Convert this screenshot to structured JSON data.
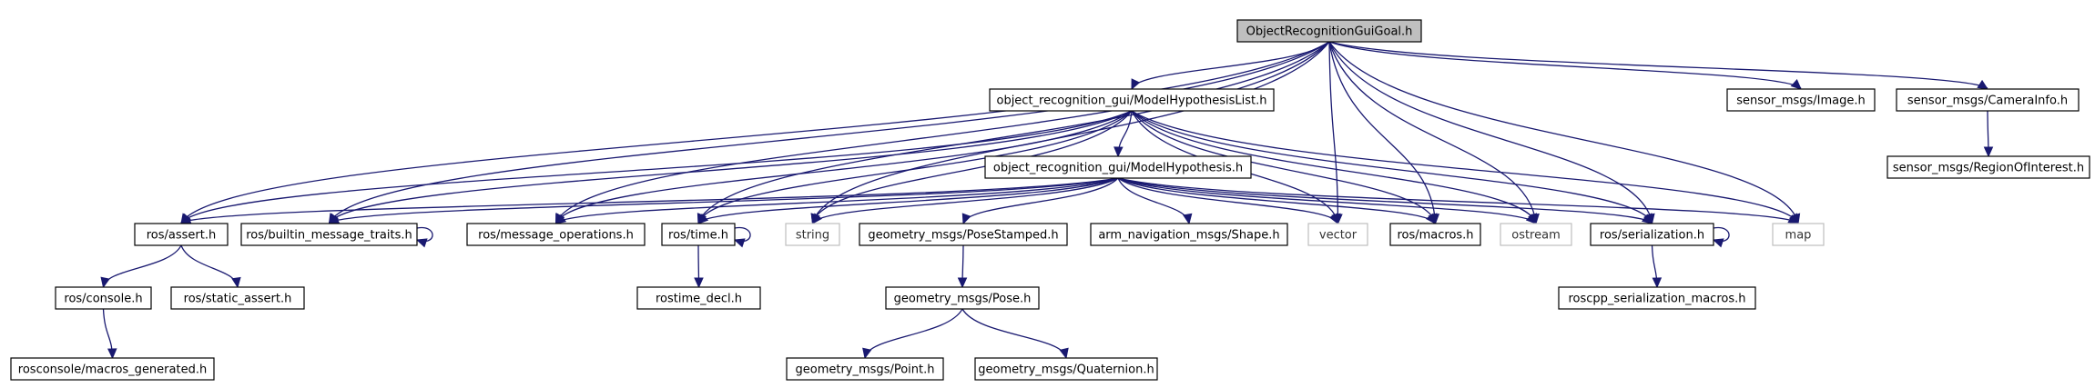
{
  "diagram": {
    "colors": {
      "edge": "#191970",
      "root_fill": "#bfbfbf",
      "node_border": "#000000",
      "external_border": "#bfbfbf"
    },
    "nodes": [
      {
        "id": "root",
        "label": "ObjectRecognitionGuiGoal.h",
        "kind": "root"
      },
      {
        "id": "mhl",
        "label": "object_recognition_gui/ModelHypothesisList.h",
        "kind": "file"
      },
      {
        "id": "img",
        "label": "sensor_msgs/Image.h",
        "kind": "file"
      },
      {
        "id": "cam",
        "label": "sensor_msgs/CameraInfo.h",
        "kind": "file"
      },
      {
        "id": "roi",
        "label": "sensor_msgs/RegionOfInterest.h",
        "kind": "file"
      },
      {
        "id": "mh",
        "label": "object_recognition_gui/ModelHypothesis.h",
        "kind": "file"
      },
      {
        "id": "assert",
        "label": "ros/assert.h",
        "kind": "file"
      },
      {
        "id": "bmt",
        "label": "ros/builtin_message_traits.h",
        "kind": "file"
      },
      {
        "id": "msgops",
        "label": "ros/message_operations.h",
        "kind": "file"
      },
      {
        "id": "time",
        "label": "ros/time.h",
        "kind": "file"
      },
      {
        "id": "string",
        "label": "string",
        "kind": "external"
      },
      {
        "id": "pstamp",
        "label": "geometry_msgs/PoseStamped.h",
        "kind": "file"
      },
      {
        "id": "shape",
        "label": "arm_navigation_msgs/Shape.h",
        "kind": "file"
      },
      {
        "id": "vector",
        "label": "vector",
        "kind": "external"
      },
      {
        "id": "macros",
        "label": "ros/macros.h",
        "kind": "file"
      },
      {
        "id": "ostream",
        "label": "ostream",
        "kind": "external"
      },
      {
        "id": "serial",
        "label": "ros/serialization.h",
        "kind": "file"
      },
      {
        "id": "map",
        "label": "map",
        "kind": "external"
      },
      {
        "id": "console",
        "label": "ros/console.h",
        "kind": "file"
      },
      {
        "id": "sassert",
        "label": "ros/static_assert.h",
        "kind": "file"
      },
      {
        "id": "rdecl",
        "label": "rostime_decl.h",
        "kind": "file"
      },
      {
        "id": "pose",
        "label": "geometry_msgs/Pose.h",
        "kind": "file"
      },
      {
        "id": "rsm",
        "label": "roscpp_serialization_macros.h",
        "kind": "file"
      },
      {
        "id": "macgen",
        "label": "rosconsole/macros_generated.h",
        "kind": "file"
      },
      {
        "id": "point",
        "label": "geometry_msgs/Point.h",
        "kind": "file"
      },
      {
        "id": "quat",
        "label": "geometry_msgs/Quaternion.h",
        "kind": "file"
      }
    ],
    "edges": [
      [
        "root",
        "mhl"
      ],
      [
        "root",
        "img"
      ],
      [
        "root",
        "cam"
      ],
      [
        "root",
        "assert"
      ],
      [
        "root",
        "bmt"
      ],
      [
        "root",
        "msgops"
      ],
      [
        "root",
        "time"
      ],
      [
        "root",
        "string"
      ],
      [
        "root",
        "vector"
      ],
      [
        "root",
        "macros"
      ],
      [
        "root",
        "ostream"
      ],
      [
        "root",
        "serial"
      ],
      [
        "root",
        "map"
      ],
      [
        "cam",
        "roi"
      ],
      [
        "mhl",
        "mh"
      ],
      [
        "mhl",
        "assert"
      ],
      [
        "mhl",
        "bmt"
      ],
      [
        "mhl",
        "msgops"
      ],
      [
        "mhl",
        "time"
      ],
      [
        "mhl",
        "string"
      ],
      [
        "mhl",
        "vector"
      ],
      [
        "mhl",
        "macros"
      ],
      [
        "mhl",
        "ostream"
      ],
      [
        "mhl",
        "serial"
      ],
      [
        "mhl",
        "map"
      ],
      [
        "mh",
        "assert"
      ],
      [
        "mh",
        "bmt"
      ],
      [
        "mh",
        "msgops"
      ],
      [
        "mh",
        "time"
      ],
      [
        "mh",
        "string"
      ],
      [
        "mh",
        "pstamp"
      ],
      [
        "mh",
        "shape"
      ],
      [
        "mh",
        "vector"
      ],
      [
        "mh",
        "macros"
      ],
      [
        "mh",
        "ostream"
      ],
      [
        "mh",
        "serial"
      ],
      [
        "mh",
        "map"
      ],
      [
        "assert",
        "console"
      ],
      [
        "assert",
        "sassert"
      ],
      [
        "bmt",
        "bmt"
      ],
      [
        "time",
        "time"
      ],
      [
        "serial",
        "serial"
      ],
      [
        "time",
        "rdecl"
      ],
      [
        "pstamp",
        "pose"
      ],
      [
        "serial",
        "rsm"
      ],
      [
        "console",
        "macgen"
      ],
      [
        "pose",
        "point"
      ],
      [
        "pose",
        "quat"
      ]
    ]
  }
}
